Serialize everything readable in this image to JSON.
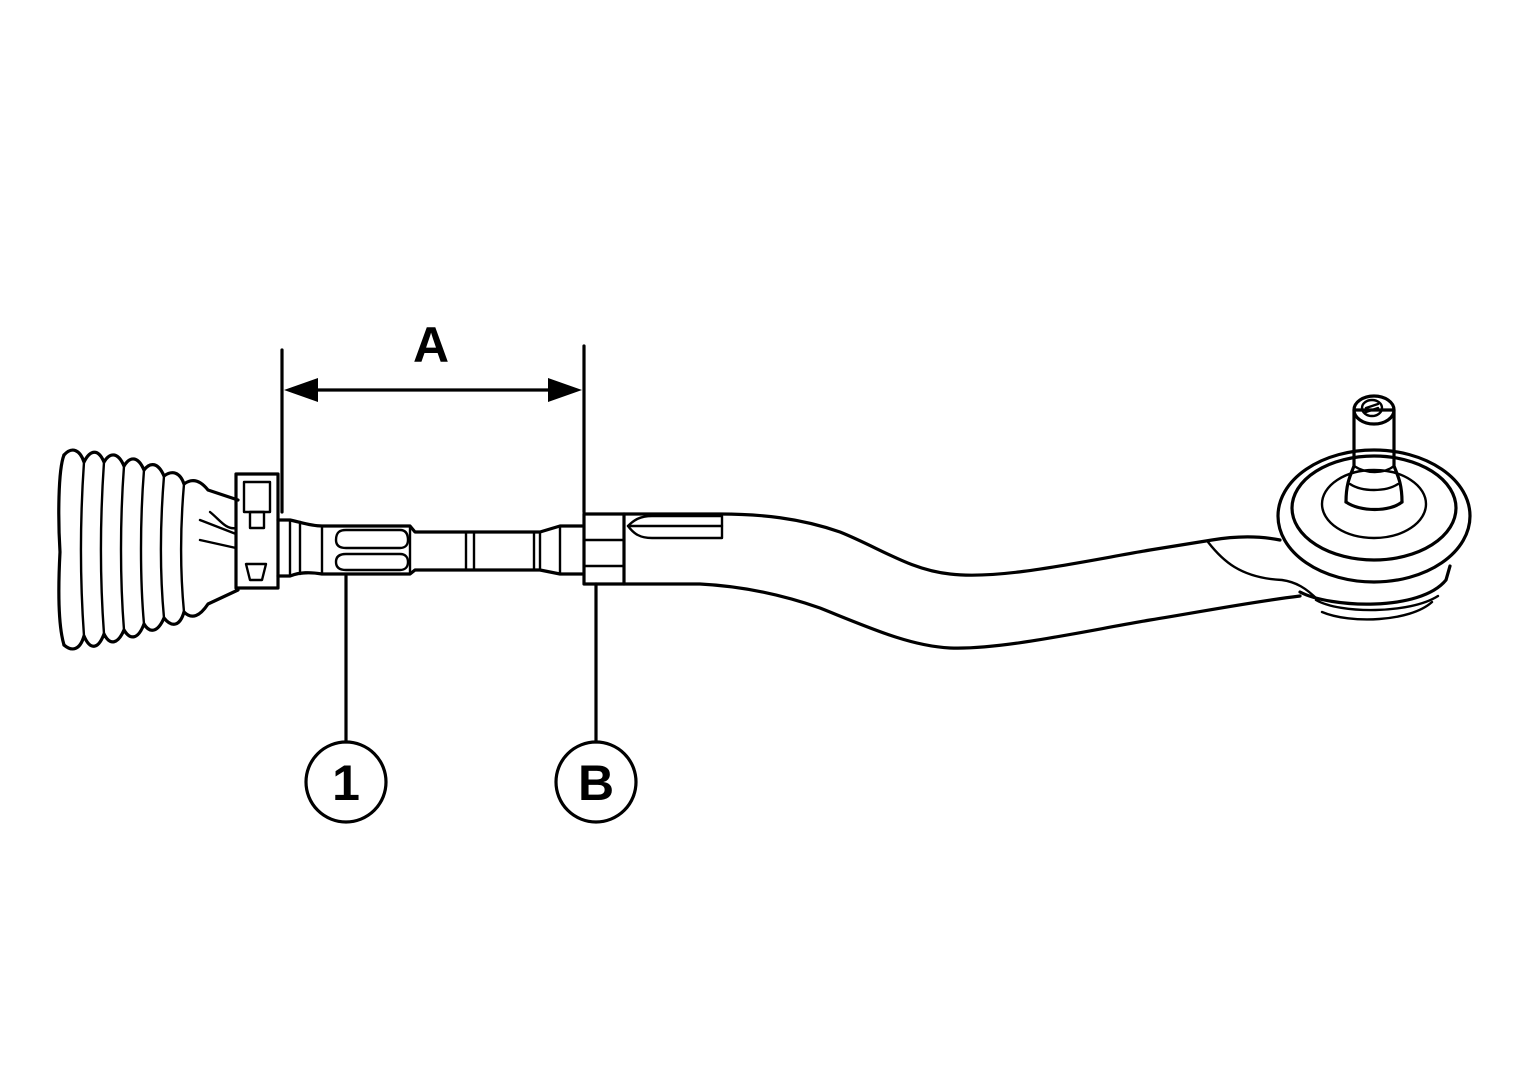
{
  "labels": {
    "dimension": "A",
    "callout_part": "1",
    "callout_ref": "B"
  },
  "colors": {
    "ink": "#000000",
    "background": "#ffffff"
  }
}
